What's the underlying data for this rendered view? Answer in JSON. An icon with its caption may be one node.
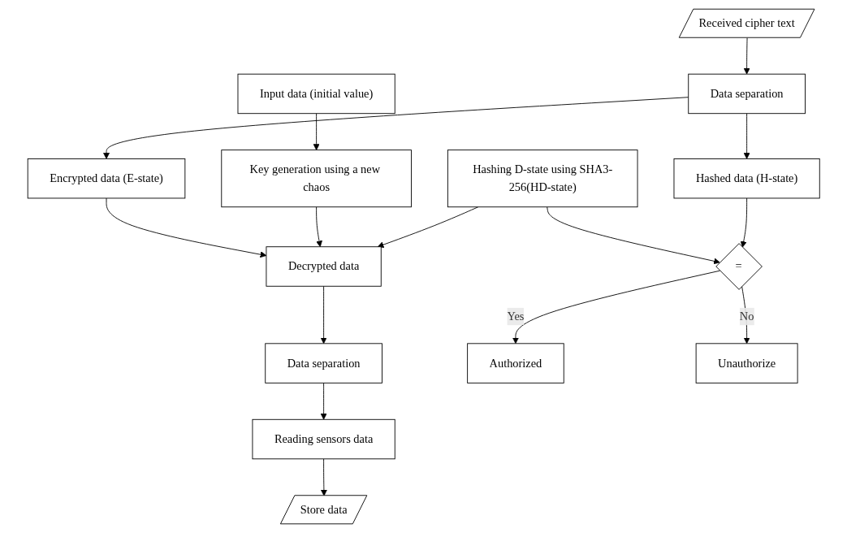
{
  "diagram": {
    "nodes": [
      {
        "text": [
          "Received cipher text"
        ]
      },
      {
        "text": [
          "Data separation"
        ]
      },
      {
        "text": [
          "Hashed data (H-state)"
        ]
      },
      {
        "text": [
          "Encrypted data (E-state)"
        ]
      },
      {
        "text": [
          "Input data (initial value)"
        ]
      },
      {
        "text": [
          "Key generation using a new chaos"
        ]
      },
      {
        "text": [
          "Decrypted data"
        ]
      },
      {
        "text": [
          "Hashing D-state using SHA3-256(HD-state)"
        ]
      },
      {
        "text": [
          "Data separation"
        ]
      },
      {
        "text": [
          "="
        ]
      },
      {
        "text": [
          "Reading sensors data"
        ]
      },
      {
        "text": [
          "Store data"
        ]
      },
      {
        "text": [
          "Authorized"
        ]
      },
      {
        "text": [
          "Unauthorize"
        ]
      }
    ],
    "edges": [
      {
        "from": 0,
        "to": 1,
        "arrow": "to"
      },
      {
        "from": 1,
        "to": 2,
        "arrow": "to"
      },
      {
        "from": 1,
        "to": 3,
        "arrow": "to"
      },
      {
        "from": 3,
        "to": 6,
        "arrow": "to"
      },
      {
        "from": 4,
        "to": 5,
        "arrow": "to"
      },
      {
        "from": 5,
        "to": 6,
        "arrow": "to"
      },
      {
        "from": 7,
        "to": 6,
        "arrow": "to"
      },
      {
        "from": 6,
        "to": 8,
        "arrow": "to"
      },
      {
        "from": 8,
        "to": 10,
        "arrow": "to"
      },
      {
        "from": 10,
        "to": 11,
        "arrow": "to"
      },
      {
        "from": 7,
        "to": 9,
        "arrow": "to"
      },
      {
        "from": 2,
        "to": 9,
        "arrow": "to"
      },
      {
        "from": 9,
        "to": 12,
        "arrow": "to",
        "label": "Yes"
      },
      {
        "from": 9,
        "to": 13,
        "arrow": "to",
        "label": "No"
      }
    ]
  }
}
